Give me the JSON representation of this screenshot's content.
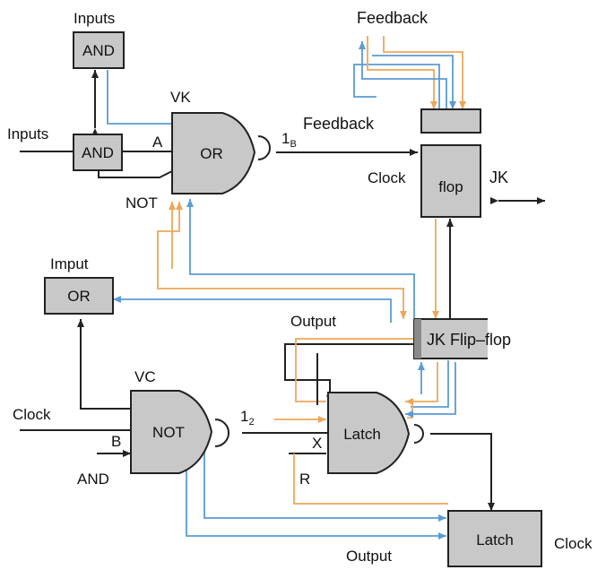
{
  "colors": {
    "gate_fill": "#c8c8c8",
    "dark_wire": "#222222",
    "blue_wire": "#5b9bd5",
    "orange_wire": "#eda75a"
  },
  "labels": {
    "inputs_top": "Inputs",
    "inputs_left": "Inputs",
    "vk": "VK",
    "feedback_mid": "Feedback",
    "feedback_top": "Feedback",
    "a": "A",
    "not": "NOT",
    "one_b_main": "1",
    "one_b_sub": "B",
    "clock_top": "Clock",
    "jk": "JK",
    "imput": "Imput",
    "output_mid": "Output",
    "vc": "VC",
    "clock_left": "Clock",
    "b": "B",
    "and_bottom": "AND",
    "one_2_main": "1",
    "one_2_sub": "2",
    "x": "X",
    "r": "R",
    "output_bottom": "Output",
    "clock_right": "Clock"
  },
  "blocks": {
    "and_top": "AND",
    "and_mid": "AND",
    "or_gate": "OR",
    "flop": "flop",
    "or_box": "OR",
    "jk_flipflop": "JK Flip–flop",
    "not_gate": "NOT",
    "latch_gate": "Latch",
    "latch_box": "Latch"
  }
}
